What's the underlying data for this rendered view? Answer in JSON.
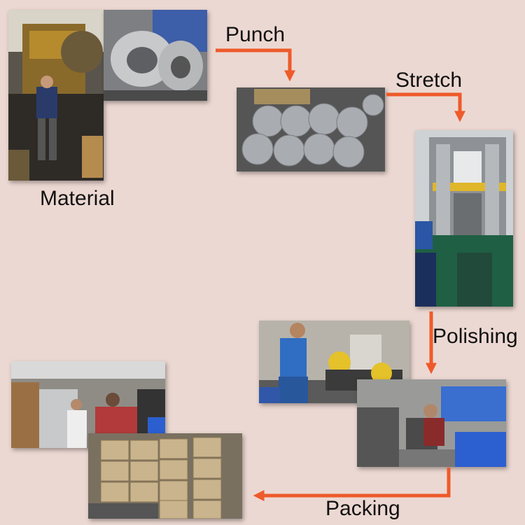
{
  "labels": {
    "material": "Material",
    "punch": "Punch",
    "stretch": "Stretch",
    "polishing": "Polishing",
    "packing": "Packing"
  },
  "colors": {
    "background": "#ecd8d2",
    "arrow": "#ee5a2a"
  }
}
